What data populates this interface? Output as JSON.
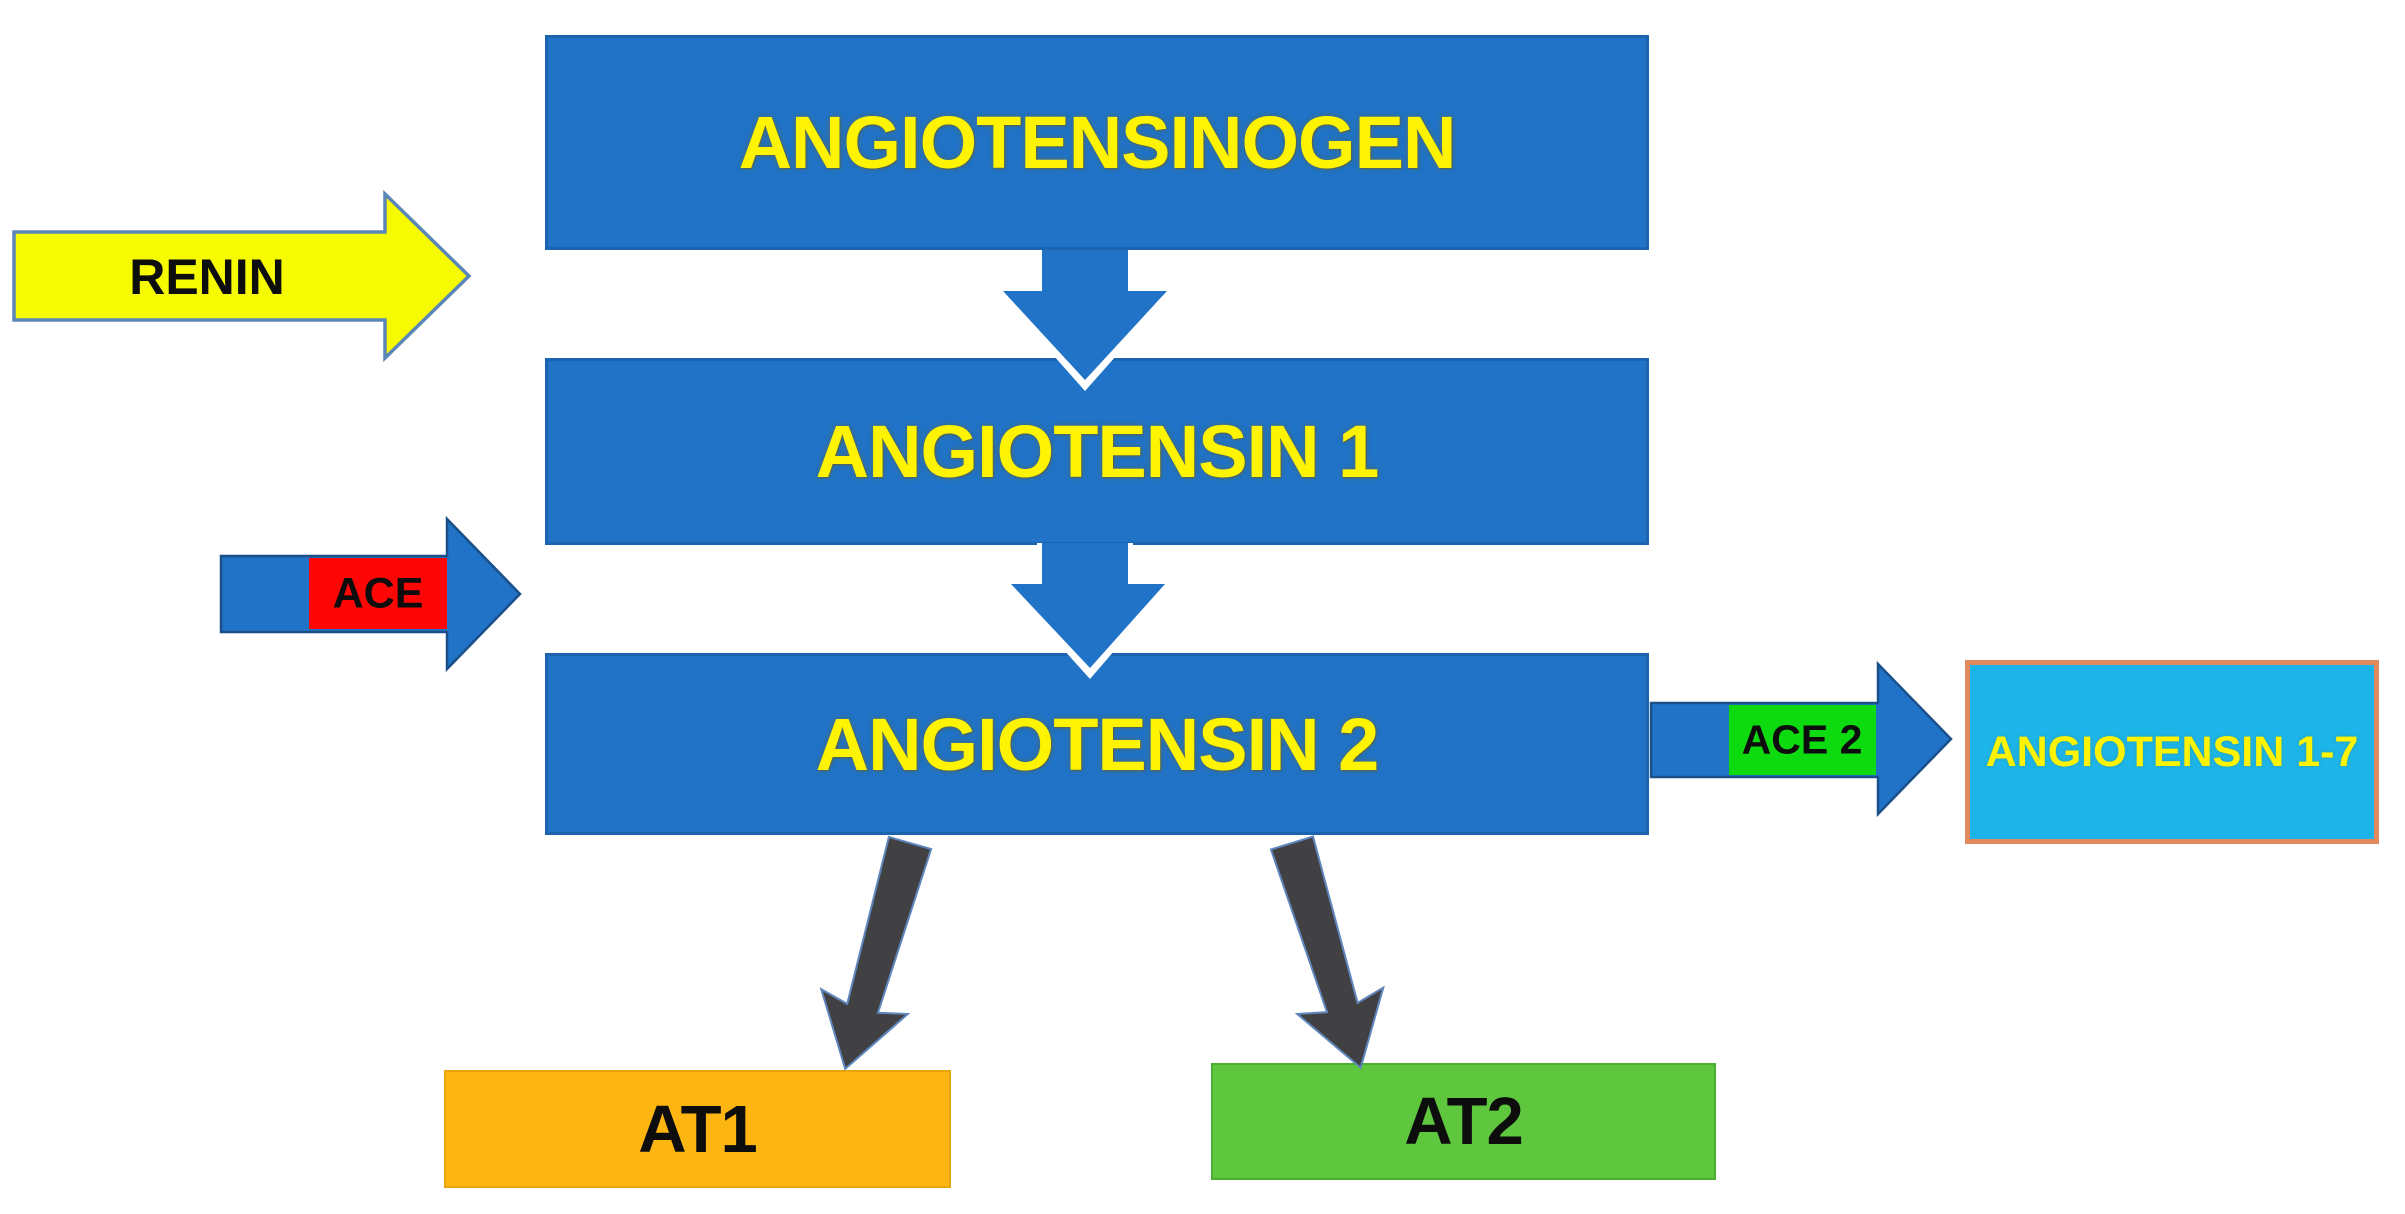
{
  "colors": {
    "bg": "#ffffff",
    "blue": "#2073c6",
    "blue-outline": "#1b4f8a",
    "yellow": "#fdf303",
    "renin-yellow": "#f7fb02",
    "renin-outline": "#5b86b8",
    "ace-red": "#fe0606",
    "ace2-green": "#0eda10",
    "cyan": "#1db4e9",
    "cyan-border": "#e18a5f",
    "at1-orange": "#fcb511",
    "at2-green": "#5ec73e",
    "dark": "#414144",
    "dark-outline": "#5f87bd",
    "ink": "#0d0d0d"
  },
  "nodes": {
    "angiotensinogen": {
      "label": "ANGIOTENSINOGEN"
    },
    "angiotensin1": {
      "label": "ANGIOTENSIN 1"
    },
    "angiotensin2": {
      "label": "ANGIOTENSIN 2"
    },
    "angiotensin17": {
      "label": "ANGIOTENSIN 1-7"
    },
    "at1": {
      "label": "AT1"
    },
    "at2": {
      "label": "AT2"
    }
  },
  "enzymes": {
    "renin": {
      "label": "RENIN"
    },
    "ace": {
      "label": "ACE"
    },
    "ace2": {
      "label": "ACE 2"
    }
  }
}
